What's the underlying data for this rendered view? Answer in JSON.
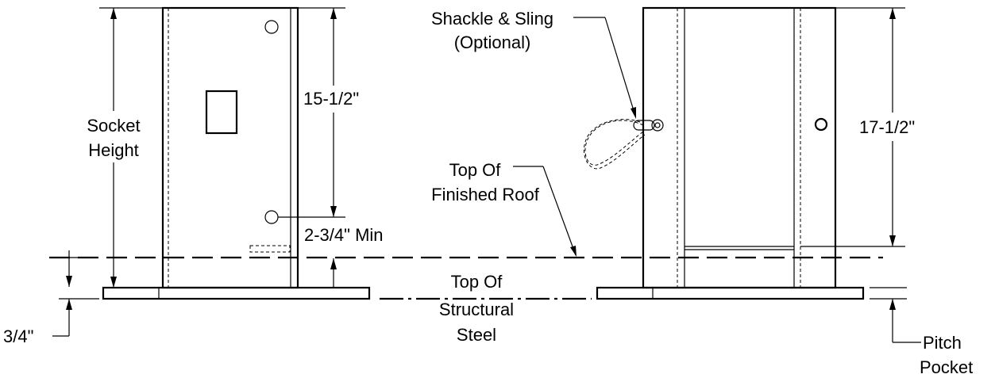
{
  "labels": {
    "socket_height_1": "Socket",
    "socket_height_2": "Height",
    "dim_15_half": "15-1/2\"",
    "dim_2_3_4_min": "2-3/4\" Min",
    "dim_3_4": "3/4\"",
    "shackle_1": "Shackle & Sling",
    "shackle_2": "(Optional)",
    "roof_1": "Top Of",
    "roof_2": "Finished Roof",
    "steel_1": "Top Of",
    "steel_2": "Structural",
    "steel_3": "Steel",
    "dim_17_half": "17-1/2\"",
    "pitch_1": "Pitch",
    "pitch_2": "Pocket"
  }
}
